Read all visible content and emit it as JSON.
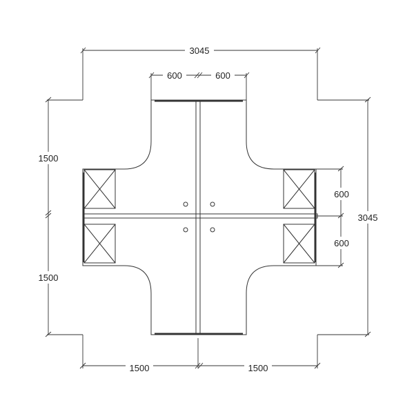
{
  "drawing": {
    "dimensions": {
      "top_overall": "3045",
      "top_left_arm": "600",
      "top_right_arm": "600",
      "left_upper": "1500",
      "left_lower": "1500",
      "right_upper_pedestal": "600",
      "right_lower_pedestal": "600",
      "right_overall": "3045",
      "bottom_left": "1500",
      "bottom_right": "1500"
    }
  }
}
